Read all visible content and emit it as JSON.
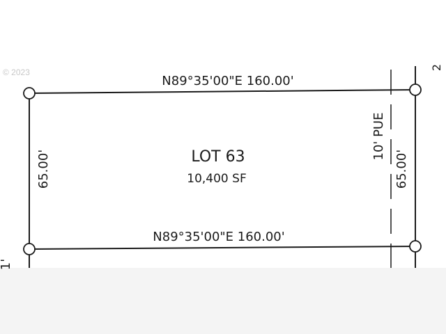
{
  "watermark": "© 2023",
  "lot": {
    "label": "LOT 63",
    "area": "10,400 SF"
  },
  "bearings": {
    "north_line": "N89°35'00\"E 160.00'",
    "south_line": "N89°35'00\"E 160.00'"
  },
  "dimensions": {
    "west_side": "65.00'",
    "east_side": "65.00'"
  },
  "easement": {
    "label": "10' PUE"
  },
  "edge_fragments": {
    "left": "1'",
    "right": "2"
  },
  "colors": {
    "line": "#1a1a1a",
    "background": "#ffffff",
    "crop_band": "#f4f4f4"
  }
}
